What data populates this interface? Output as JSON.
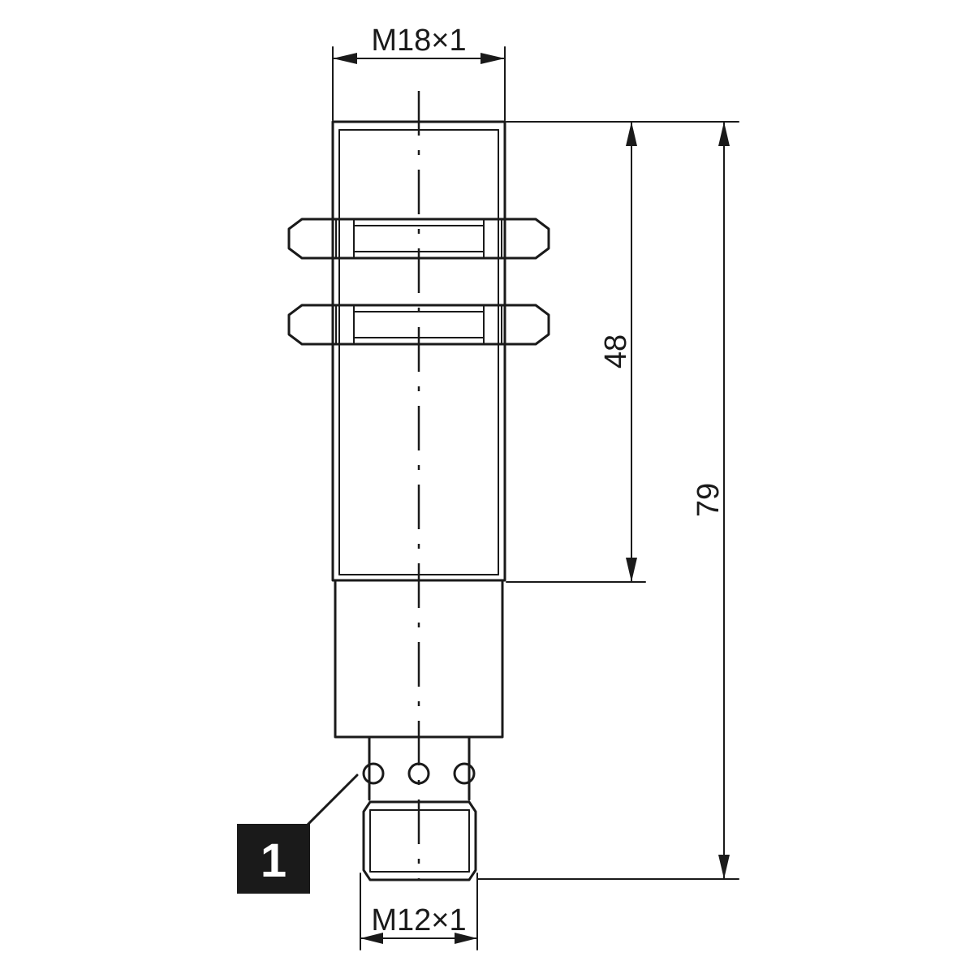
{
  "dimensions": {
    "thread_top": "M18×1",
    "thread_bottom": "M12×1",
    "length_thread": "48",
    "length_total": "79"
  },
  "callout": {
    "number": "1"
  },
  "colors": {
    "line": "#1a1a1a",
    "background": "#ffffff",
    "callout_fill": "#1a1a1a",
    "callout_text": "#ffffff"
  }
}
